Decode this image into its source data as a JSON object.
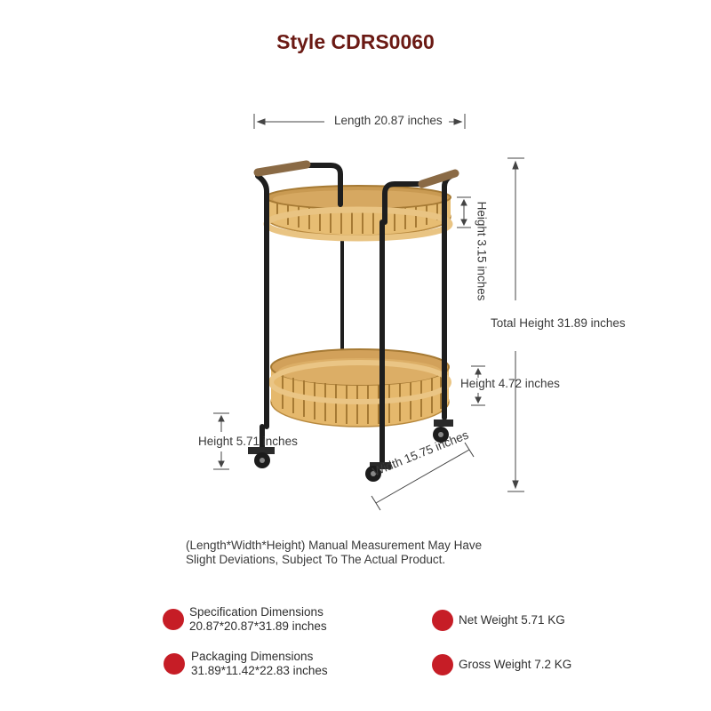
{
  "title": "Style CDRS0060",
  "dimensions": {
    "length": "Length 20.87 inches",
    "total_height": "Total Height 31.89 inches",
    "height_top_tray": "Height 3.15 inches",
    "height_bottom_tray": "Height 4.72 inches",
    "height_wheels": "Height 5.71 inches",
    "width": "Width 15.75 inches"
  },
  "note": {
    "line1": "(Length*Width*Height) Manual Measurement May Have",
    "line2": "Slight Deviations, Subject To The Actual Product."
  },
  "specs": [
    {
      "label": "Specification Dimensions",
      "value": "20.87*20.87*31.89 inches"
    },
    {
      "label": "Net Weight 5.71 KG"
    },
    {
      "label": "Packaging Dimensions",
      "value": "31.89*11.42*22.83 inches"
    },
    {
      "label": "Gross Weight 7.2 KG"
    }
  ],
  "colors": {
    "title": "#6b1a14",
    "bullet": "#c61d26",
    "rattan": "#e0b66e",
    "frame": "#1e1e1e"
  }
}
